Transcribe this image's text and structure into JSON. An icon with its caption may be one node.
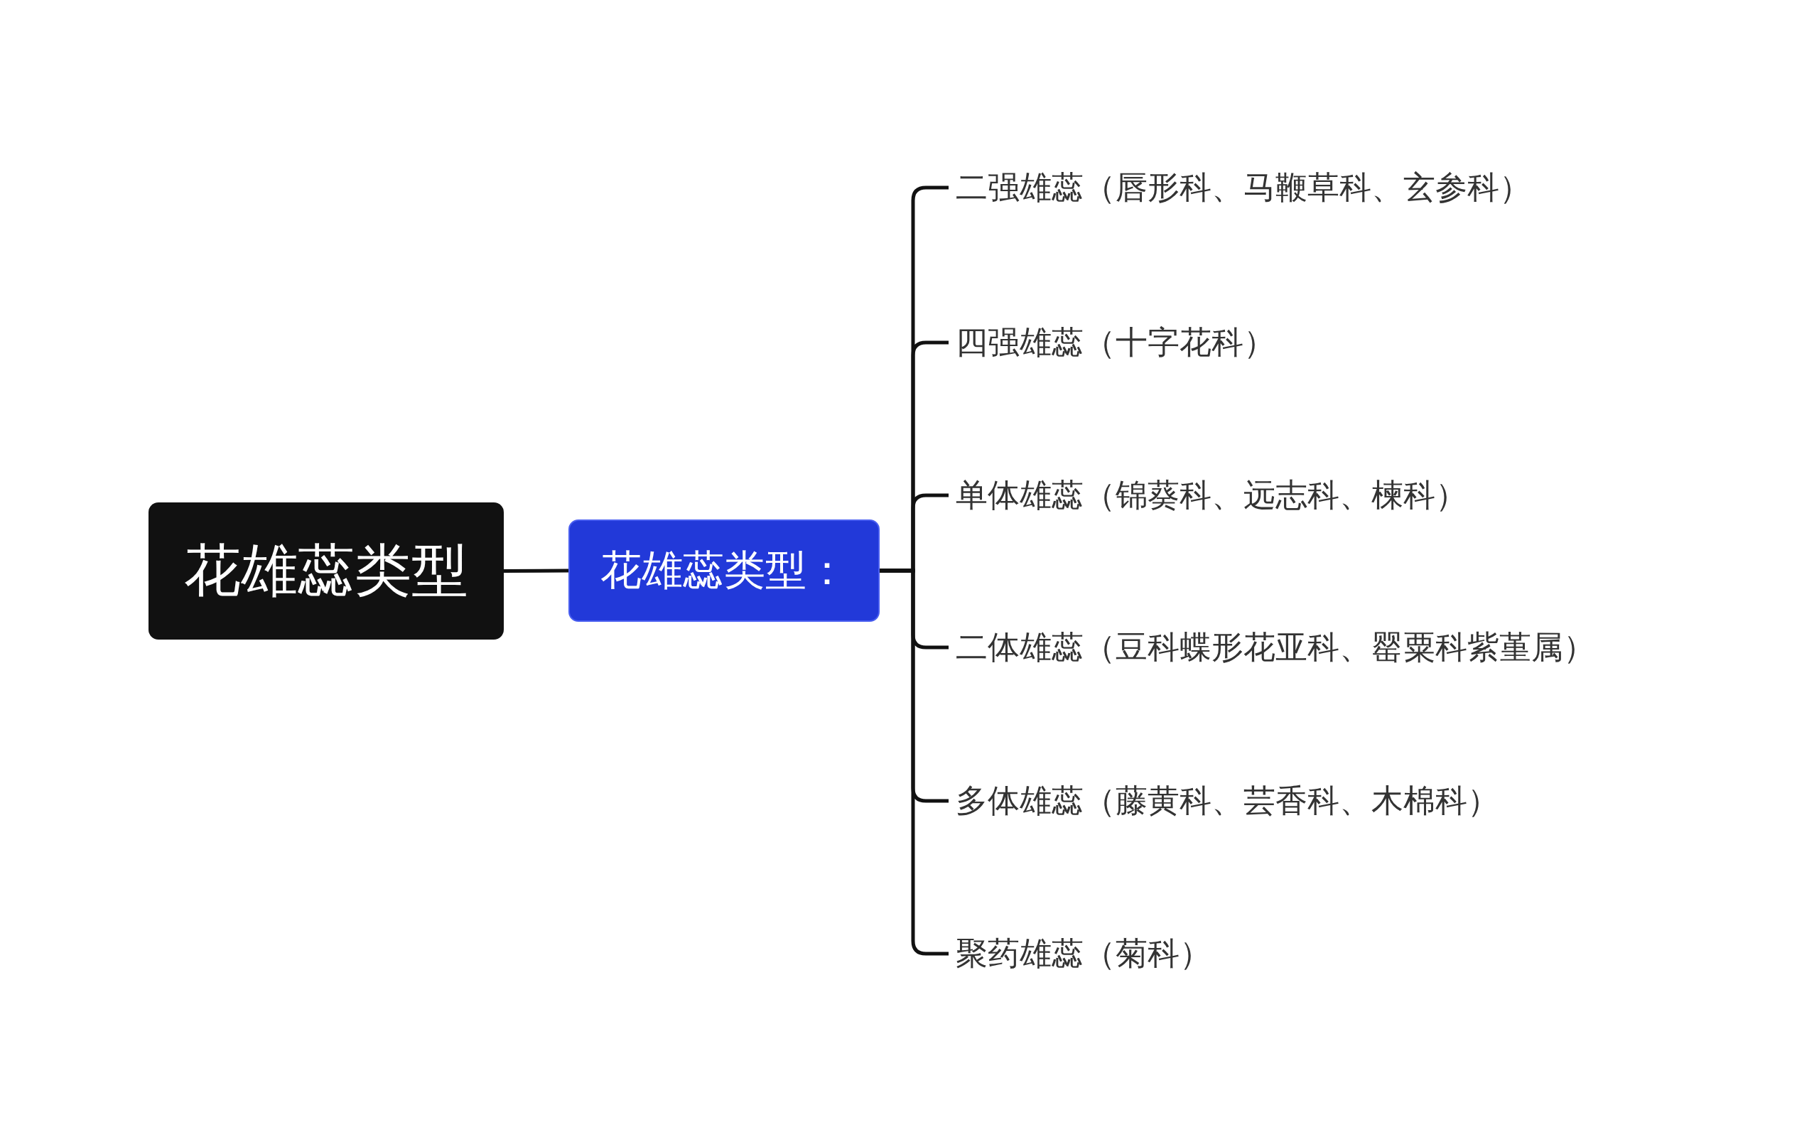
{
  "diagram": {
    "nodes": [
      {
        "text": [
          "花雄蕊类型"
        ]
      },
      {
        "text": [
          "花雄蕊类型："
        ]
      },
      {
        "text": [
          "二强雄蕊（唇形科、马鞭草科、玄参科）"
        ]
      },
      {
        "text": [
          "四强雄蕊（十字花科）"
        ]
      },
      {
        "text": [
          "单体雄蕊（锦葵科、远志科、楝科）"
        ]
      },
      {
        "text": [
          "二体雄蕊（豆科蝶形花亚科、罂粟科紫堇属）"
        ]
      },
      {
        "text": [
          "多体雄蕊（藤黄科、芸香科、木棉科）"
        ]
      },
      {
        "text": [
          "聚药雄蕊（菊科）"
        ]
      }
    ],
    "edges": [
      {
        "from": 0,
        "to": 1,
        "arrow": "none"
      },
      {
        "from": 1,
        "to": 2,
        "arrow": "none"
      },
      {
        "from": 1,
        "to": 3,
        "arrow": "none"
      },
      {
        "from": 1,
        "to": 4,
        "arrow": "none"
      },
      {
        "from": 1,
        "to": 5,
        "arrow": "none"
      },
      {
        "from": 1,
        "to": 6,
        "arrow": "none"
      },
      {
        "from": 1,
        "to": 7,
        "arrow": "none"
      }
    ]
  }
}
